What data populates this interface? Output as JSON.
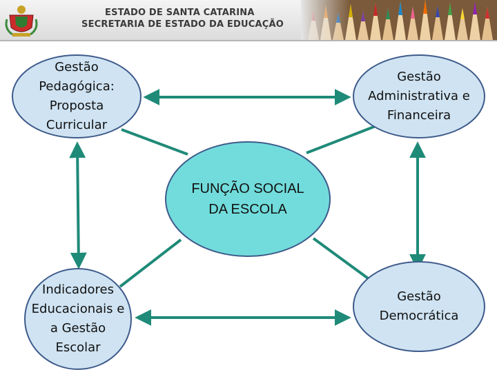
{
  "header": {
    "line1": "ESTADO DE SANTA CATARINA",
    "line2": "SECRETARIA DE ESTADO DA EDUCAÇÃO",
    "crest_icon": "state-coat-of-arms-icon",
    "banner_image": "colored-pencils-photo"
  },
  "diagram": {
    "center": {
      "label": "FUNÇÃO SOCIAL DA ESCOLA"
    },
    "nodes": {
      "pedagogica": {
        "label": "Gestão Pedagógica: Proposta Curricular"
      },
      "administrativa": {
        "label": "Gestão Administrativa e Financeira"
      },
      "indicadores": {
        "label": "Indicadores Educacionais e a Gestão Escolar"
      },
      "democratica": {
        "label": "Gestão Democrática"
      }
    },
    "colors": {
      "outer_node_fill": "#cfe3f2",
      "center_fill": "#72dcdc",
      "node_border": "#3d5a8a",
      "connector": "#1f8a78"
    }
  }
}
